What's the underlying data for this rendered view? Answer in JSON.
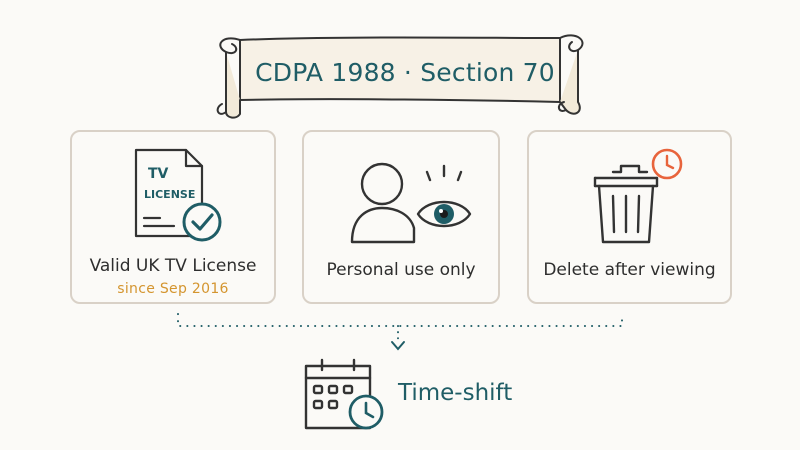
{
  "title": "CDPA 1988 · Section 70",
  "conditions": [
    {
      "label": "Valid UK TV License",
      "sub": "since Sep 2016",
      "icon_text_1": "TV",
      "icon_text_2": "LICENSE",
      "icon": "document-check-icon"
    },
    {
      "label": "Personal use only",
      "icon": "person-eye-icon"
    },
    {
      "label": "Delete after viewing",
      "icon": "trash-clock-icon"
    }
  ],
  "result": {
    "label": "Time-shift",
    "icon": "calendar-clock-icon"
  },
  "colors": {
    "teal": "#1f5d66",
    "accent": "#e8643c",
    "gold": "#d4952f",
    "border": "#d9d1c7"
  }
}
